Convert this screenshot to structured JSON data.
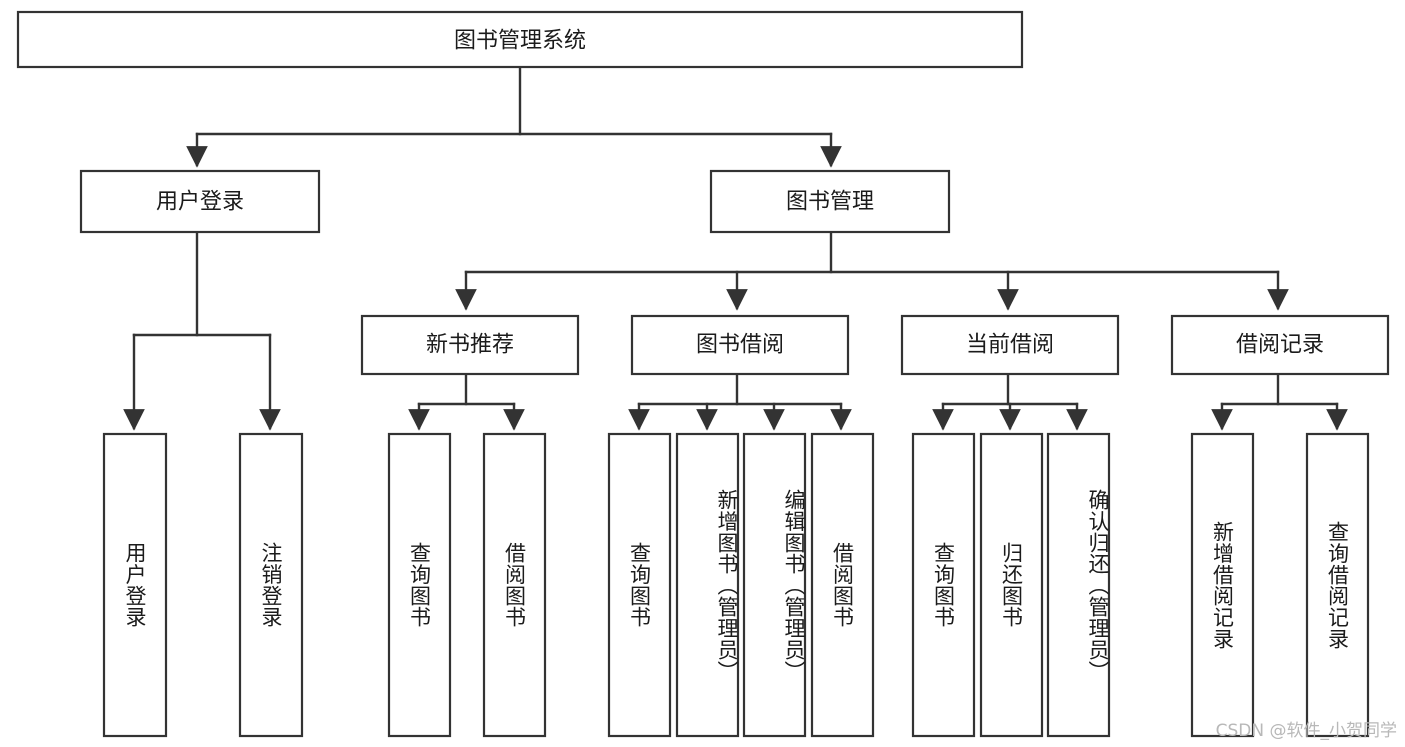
{
  "diagram": {
    "type": "tree",
    "title": "图书管理系统",
    "watermark": "CSDN @软件_小贺同学",
    "root": {
      "id": "root",
      "label": "图书管理系统",
      "level": 1,
      "orientation": "horizontal"
    },
    "level2": [
      {
        "id": "user-login",
        "label": "用户登录",
        "orientation": "horizontal"
      },
      {
        "id": "book-manage",
        "label": "图书管理",
        "orientation": "horizontal"
      }
    ],
    "level3": [
      {
        "id": "new-book-rec",
        "label": "新书推荐",
        "parent": "book-manage",
        "orientation": "horizontal"
      },
      {
        "id": "book-borrow",
        "label": "图书借阅",
        "parent": "book-manage",
        "orientation": "horizontal"
      },
      {
        "id": "current-borrow",
        "label": "当前借阅",
        "parent": "book-manage",
        "orientation": "horizontal"
      },
      {
        "id": "borrow-record",
        "label": "借阅记录",
        "parent": "book-manage",
        "orientation": "horizontal"
      }
    ],
    "leaves": [
      {
        "id": "leaf-user-login",
        "label": "用户登录",
        "parent": "user-login",
        "orientation": "vertical"
      },
      {
        "id": "leaf-logout",
        "label": "注销登录",
        "parent": "user-login",
        "orientation": "vertical"
      },
      {
        "id": "leaf-query-book-1",
        "label": "查询图书",
        "parent": "new-book-rec",
        "orientation": "vertical"
      },
      {
        "id": "leaf-borrow-book-1",
        "label": "借阅图书",
        "parent": "new-book-rec",
        "orientation": "vertical"
      },
      {
        "id": "leaf-query-book-2",
        "label": "查询图书",
        "parent": "book-borrow",
        "orientation": "vertical"
      },
      {
        "id": "leaf-add-book",
        "label": "新增图书（管理员）",
        "parent": "book-borrow",
        "orientation": "vertical"
      },
      {
        "id": "leaf-edit-book",
        "label": "编辑图书（管理员）",
        "parent": "book-borrow",
        "orientation": "vertical"
      },
      {
        "id": "leaf-borrow-book-2",
        "label": "借阅图书",
        "parent": "book-borrow",
        "orientation": "vertical"
      },
      {
        "id": "leaf-query-book-3",
        "label": "查询图书",
        "parent": "current-borrow",
        "orientation": "vertical"
      },
      {
        "id": "leaf-return-book",
        "label": "归还图书",
        "parent": "current-borrow",
        "orientation": "vertical"
      },
      {
        "id": "leaf-confirm-return",
        "label": "确认归还（管理员）",
        "parent": "current-borrow",
        "orientation": "vertical"
      },
      {
        "id": "leaf-add-record",
        "label": "新增借阅记录",
        "parent": "borrow-record",
        "orientation": "vertical"
      },
      {
        "id": "leaf-query-record",
        "label": "查询借阅记录",
        "parent": "borrow-record",
        "orientation": "vertical"
      }
    ],
    "colors": {
      "box_stroke": "#333333",
      "box_fill": "#ffffff",
      "text": "#1b1b1b",
      "connector": "#333333",
      "watermark": "#b8b8b8",
      "background": "#ffffff"
    }
  }
}
